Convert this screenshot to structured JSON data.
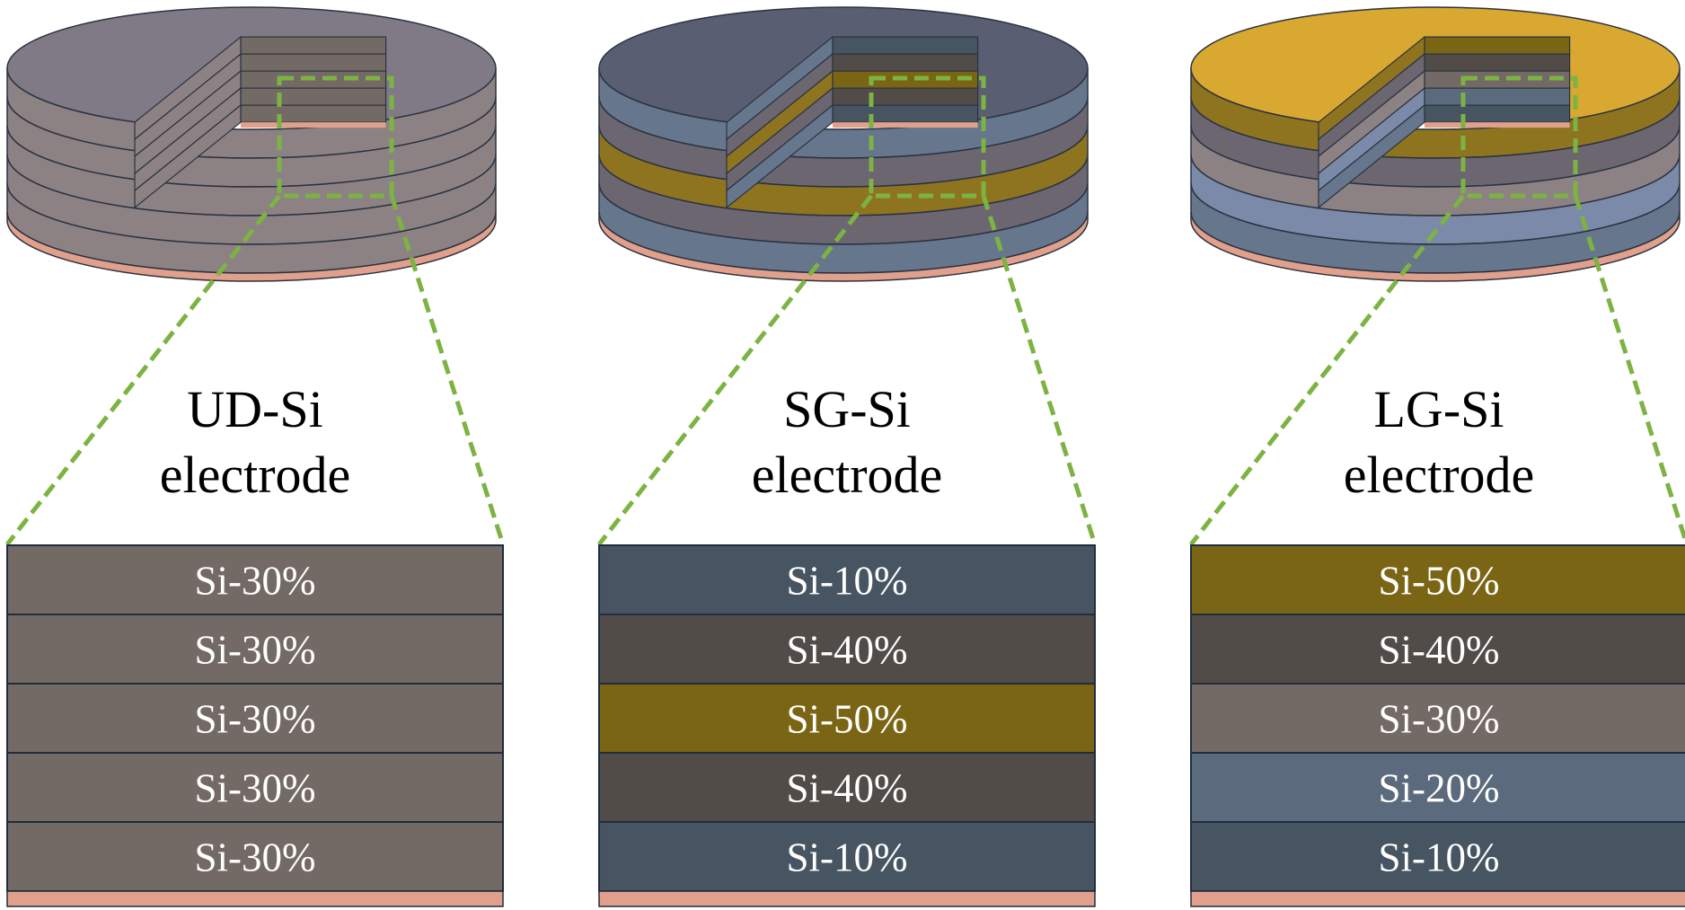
{
  "electrodes": [
    {
      "title_line1": "UD-Si",
      "title_line2": "electrode",
      "layers": [
        {
          "label": "Si-30%",
          "si_percent": 30
        },
        {
          "label": "Si-30%",
          "si_percent": 30
        },
        {
          "label": "Si-30%",
          "si_percent": 30
        },
        {
          "label": "Si-30%",
          "si_percent": 30
        },
        {
          "label": "Si-30%",
          "si_percent": 30
        }
      ]
    },
    {
      "title_line1": "SG-Si",
      "title_line2": "electrode",
      "layers": [
        {
          "label": "Si-10%",
          "si_percent": 10
        },
        {
          "label": "Si-40%",
          "si_percent": 40
        },
        {
          "label": "Si-50%",
          "si_percent": 50
        },
        {
          "label": "Si-40%",
          "si_percent": 40
        },
        {
          "label": "Si-10%",
          "si_percent": 10
        }
      ]
    },
    {
      "title_line1": "LG-Si",
      "title_line2": "electrode",
      "layers": [
        {
          "label": "Si-50%",
          "si_percent": 50
        },
        {
          "label": "Si-40%",
          "si_percent": 40
        },
        {
          "label": "Si-30%",
          "si_percent": 30
        },
        {
          "label": "Si-20%",
          "si_percent": 20
        },
        {
          "label": "Si-10%",
          "si_percent": 10
        }
      ]
    }
  ],
  "colors": {
    "si_10": "#475462",
    "si_20": "#5b6a7c",
    "si_30": "#746a65",
    "si_40": "#524c49",
    "si_50": "#7a6514",
    "disk_10": "#66768c",
    "disk_20": "#7a8aa8",
    "disk_30": "#8c8284",
    "disk_40": "#6b6670",
    "disk_50": "#8f7420",
    "top_ud": "#807a86",
    "top_sg": "#5a5e72",
    "top_lg": "#d8a830",
    "current_collector": "#e0a08c",
    "zoom_dash": "#7cb342",
    "layer_border": "#1f2d3d"
  }
}
